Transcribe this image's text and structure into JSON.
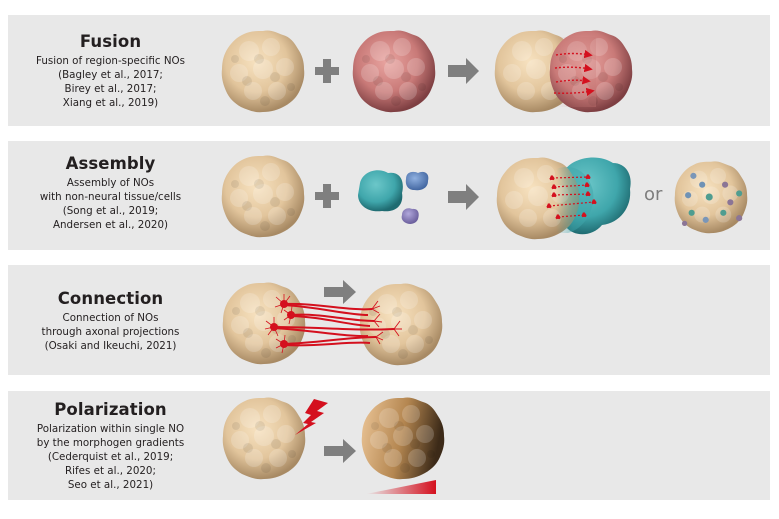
{
  "panels": [
    {
      "id": "fusion",
      "title": "Fusion",
      "lines": [
        "Fusion of region-specific NOs",
        "(Bagley et al., 2017;",
        "Birey et al., 2017;",
        "Xiang et al., 2019)"
      ]
    },
    {
      "id": "assembly",
      "title": "Assembly",
      "lines": [
        "Assembly of NOs",
        "with non-neural tissue/cells",
        "(Song et al., 2019;",
        "Andersen et al., 2020)"
      ],
      "or_label": "or"
    },
    {
      "id": "connection",
      "title": "Connection",
      "lines": [
        "Connection of NOs",
        "through axonal projections",
        "(Osaki and Ikeuchi, 2021)"
      ]
    },
    {
      "id": "polarization",
      "title": "Polarization",
      "lines": [
        "Polarization within single NO",
        "by the morphogen gradients",
        "(Cederquist et al., 2019;",
        "Rifes et al., 2020;",
        "Seo et al., 2021)"
      ]
    }
  ],
  "colors": {
    "panel_bg": "#e8e8e8",
    "organoid_beige": "#e6cba4",
    "organoid_pink": "#c97a78",
    "teal_tissue": "#3fa6ab",
    "blue_cell": "#5f86c2",
    "purple_cell": "#8b7fbc",
    "accent_red": "#d4101e",
    "arrow_gray": "#7f7f7f"
  }
}
